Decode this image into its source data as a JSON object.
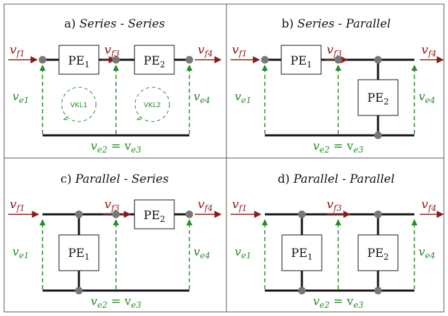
{
  "colors": {
    "wire": "#111111",
    "flow": "#8b1a1a",
    "effort": "#2a8a2a",
    "node": "#777777",
    "frame": "#555555"
  },
  "panels": [
    {
      "letter": "a)",
      "first": "Series",
      "dash": "-",
      "second": "Series",
      "vf1": "v",
      "vf1_sub": "f1",
      "vf3": "v",
      "vf3_sub": "f3",
      "vf4": "v",
      "vf4_sub": "f4",
      "ve1": "v",
      "ve1_sub": "e1",
      "ve4": "v",
      "ve4_sub": "e4",
      "bottom": "v",
      "bottom_sub1": "e2",
      "bottom_eq": " = v",
      "bottom_sub2": "e3",
      "pe1": "PE",
      "pe1_sub": "1",
      "pe2": "PE",
      "pe2_sub": "2",
      "loop1": "VKL1",
      "loop2": "VKL2"
    },
    {
      "letter": "b)",
      "first": "Series",
      "dash": "-",
      "second": "Parallel",
      "vf1": "v",
      "vf1_sub": "f1",
      "vf3": "v",
      "vf3_sub": "f3",
      "vf4": "v",
      "vf4_sub": "f4",
      "ve1": "v",
      "ve1_sub": "e1",
      "ve4": "v",
      "ve4_sub": "e4",
      "bottom": "v",
      "bottom_sub1": "e2",
      "bottom_eq": " = v",
      "bottom_sub2": "e3",
      "pe1": "PE",
      "pe1_sub": "1",
      "pe2": "PE",
      "pe2_sub": "2"
    },
    {
      "letter": "c)",
      "first": "Parallel",
      "dash": "-",
      "second": "Series",
      "vf1": "v",
      "vf1_sub": "f1",
      "vf3": "v",
      "vf3_sub": "f3",
      "vf4": "v",
      "vf4_sub": "f4",
      "ve1": "v",
      "ve1_sub": "e1",
      "ve4": "v",
      "ve4_sub": "e4",
      "bottom": "v",
      "bottom_sub1": "e2",
      "bottom_eq": " = v",
      "bottom_sub2": "e3",
      "pe1": "PE",
      "pe1_sub": "1",
      "pe2": "PE",
      "pe2_sub": "2"
    },
    {
      "letter": "d)",
      "first": "Parallel",
      "dash": "-",
      "second": "Parallel",
      "vf1": "v",
      "vf1_sub": "f1",
      "vf3": "v",
      "vf3_sub": "f3",
      "vf4": "v",
      "vf4_sub": "f4",
      "ve1": "v",
      "ve1_sub": "e1",
      "ve4": "v",
      "ve4_sub": "e4",
      "bottom": "v",
      "bottom_sub1": "e2",
      "bottom_eq": " = v",
      "bottom_sub2": "e3",
      "pe1": "PE",
      "pe1_sub": "1",
      "pe2": "PE",
      "pe2_sub": "2"
    }
  ]
}
